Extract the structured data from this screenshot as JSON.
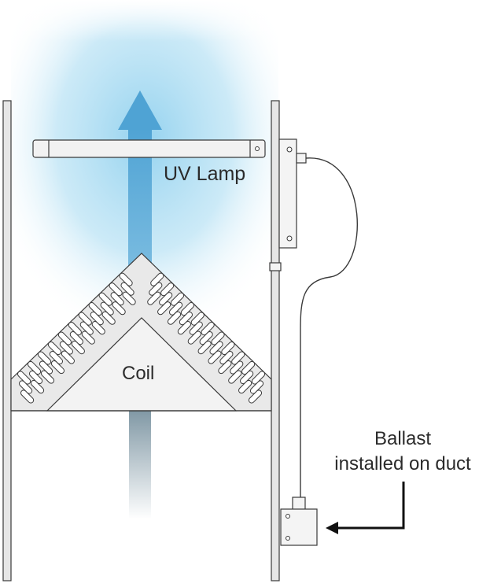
{
  "diagram": {
    "labels": {
      "uv_lamp": "UV Lamp",
      "coil": "Coil",
      "ballast_line1": "Ballast",
      "ballast_line2": "installed on duct"
    },
    "colors": {
      "line": "#3a3a3a",
      "uv_glow": "#7cc8e8",
      "airflow_arrow": "#5aa9d6",
      "coil_fill": "#ececec",
      "duct_wall": "#e6e6e6"
    },
    "icons": [
      "uv-lamp-tube-icon",
      "coil-icon",
      "ballast-box-icon",
      "airflow-arrow-icon",
      "pointer-arrow-icon"
    ]
  }
}
